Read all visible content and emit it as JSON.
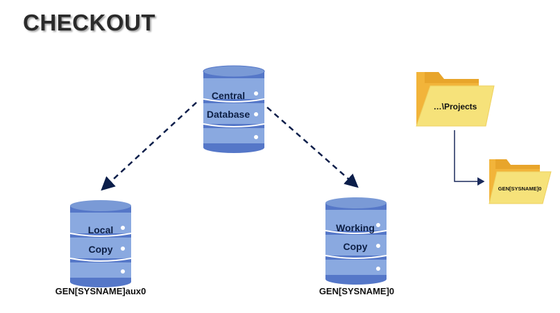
{
  "title": "CHECKOUT",
  "colors": {
    "db_dark": "#4e72c4",
    "db_light": "#8aa9e0",
    "arrow": "#0b1e4a",
    "folder_back": "#f2b43a",
    "folder_front": "#f6e27a",
    "connector": "#1a2a5c"
  },
  "central_db": {
    "line1": "Central",
    "line2": "Database"
  },
  "local_db": {
    "line1": "Local",
    "line2": "Copy",
    "caption": "GEN[SYSNAME]aux0"
  },
  "working_db": {
    "line1": "Working",
    "line2": "Copy",
    "caption": "GEN[SYSNAME]0"
  },
  "folders": {
    "parent_label": "…\\Projects",
    "child_label": "GEN[SYSNAME]0"
  },
  "icons": {
    "central": "database-icon",
    "local": "database-icon",
    "working": "database-icon",
    "parent_folder": "folder-icon",
    "child_folder": "folder-icon"
  }
}
